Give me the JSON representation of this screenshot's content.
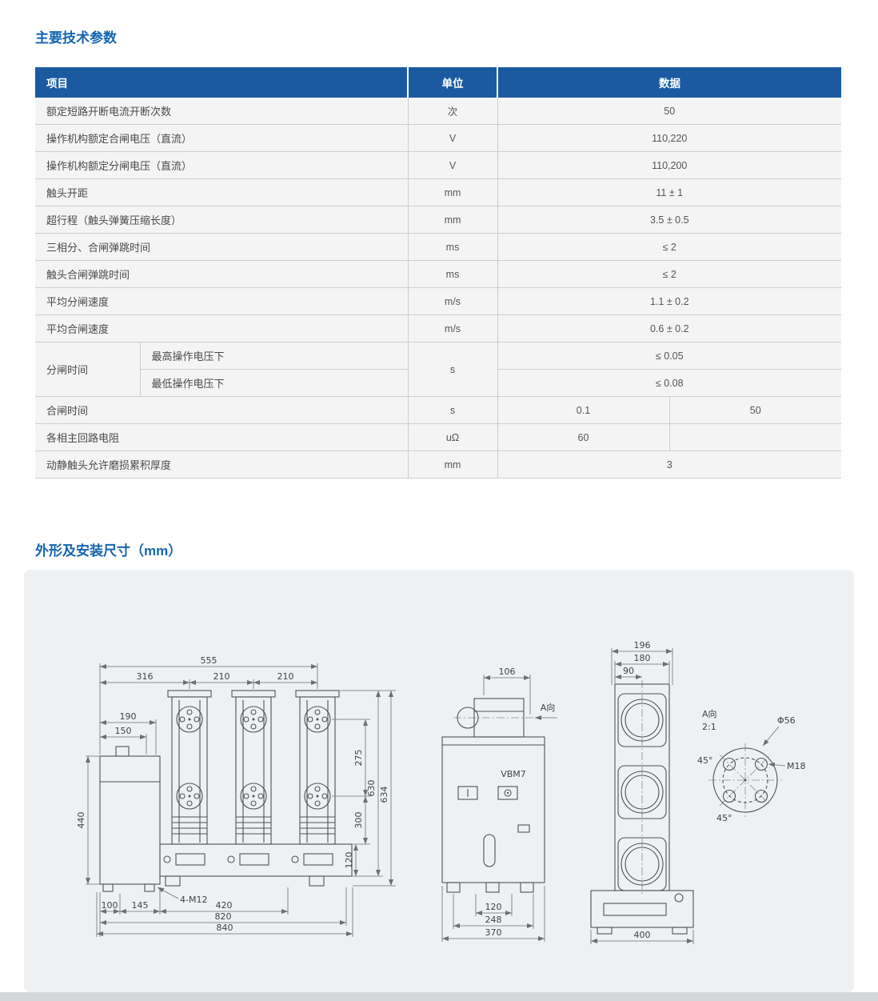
{
  "page": {
    "section1_title": "主要技术参数",
    "section2_title": "外形及安装尺寸（mm）"
  },
  "colors": {
    "header_bg": "#1b5aa0",
    "title_text": "#1565b0",
    "panel_bg": "#eef0f2",
    "row_bg": "#f4f4f5"
  },
  "table": {
    "headers": {
      "item": "项目",
      "unit": "单位",
      "data": "数据"
    },
    "rows": [
      {
        "item": "额定短路开断电流开断次数",
        "unit": "次",
        "value": "50"
      },
      {
        "item": "操作机构额定合闸电压（直流）",
        "unit": "V",
        "value": "110,220"
      },
      {
        "item": "操作机构额定分闸电压（直流）",
        "unit": "V",
        "value": "110,200"
      },
      {
        "item": "触头开距",
        "unit": "mm",
        "value": "11 ± 1"
      },
      {
        "item": "超行程（触头弹簧压缩长度）",
        "unit": "mm",
        "value": "3.5 ± 0.5"
      },
      {
        "item": "三相分、合闸弹跳时间",
        "unit": "ms",
        "value": "≤ 2"
      },
      {
        "item": "触头合闸弹跳时间",
        "unit": "ms",
        "value": "≤ 2"
      },
      {
        "item": "平均分闸速度",
        "unit": "m/s",
        "value": "1.1 ± 0.2"
      },
      {
        "item": "平均合闸速度",
        "unit": "m/s",
        "value": "0.6 ± 0.2"
      }
    ],
    "open_time": {
      "label": "分闸时间",
      "unit": "s",
      "sub_rows": [
        {
          "label": "最高操作电压下",
          "value": "≤ 0.05"
        },
        {
          "label": "最低操作电压下",
          "value": "≤ 0.08"
        }
      ]
    },
    "close_time": {
      "item": "合闸时间",
      "unit": "s",
      "value_left": "0.1",
      "value_right": "50"
    },
    "loop_resistance": {
      "item": "各相主回路电阻",
      "unit": "uΩ",
      "value_left": "60",
      "value_right": ""
    },
    "wear_thickness": {
      "item": "动静触头允许磨损累积厚度",
      "unit": "mm",
      "value": "3"
    }
  },
  "drawings": {
    "front": {
      "w555": "555",
      "w316": "316",
      "w210a": "210",
      "w210b": "210",
      "w190": "190",
      "w150": "150",
      "h440": "440",
      "h275": "275",
      "h630": "630",
      "h634": "634",
      "h300": "300",
      "h120": "120",
      "m12": "4-M12",
      "w100": "100",
      "w145": "145",
      "w420": "420",
      "w820": "820",
      "w840": "840"
    },
    "side": {
      "w106": "106",
      "a_view": "A向",
      "model": "VBM7",
      "w120": "120",
      "w248": "248",
      "w370": "370"
    },
    "rear": {
      "w196": "196",
      "w180": "180",
      "w90": "90",
      "w400": "400"
    },
    "detail": {
      "a_view": "A向",
      "scale": "2:1",
      "phi56": "Φ56",
      "m18": "M18",
      "a45a": "45°",
      "a45b": "45°"
    }
  }
}
